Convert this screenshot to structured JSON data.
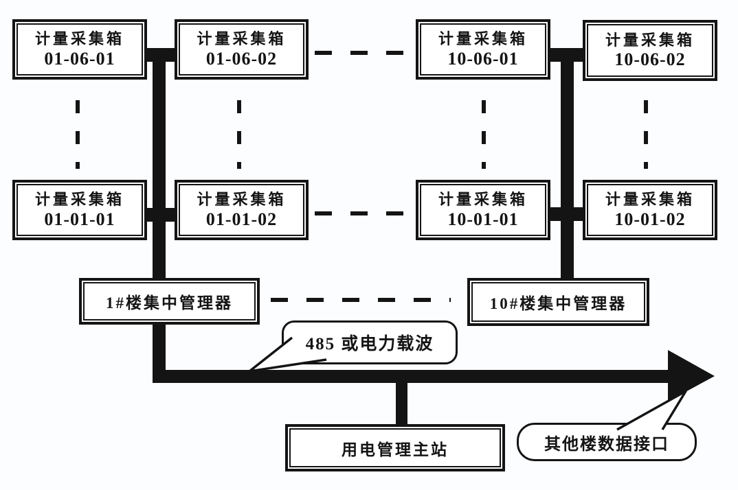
{
  "diagram": {
    "collector_box_label": "计量采集箱",
    "top_row_ids": [
      "01-06-01",
      "01-06-02",
      "10-06-01",
      "10-06-02"
    ],
    "bottom_row_ids": [
      "01-01-01",
      "01-01-02",
      "10-01-01",
      "10-01-02"
    ],
    "managers": [
      "1#楼集中管理器",
      "10#楼集中管理器"
    ],
    "master_station_label": "用电管理主站",
    "callout_bus_label": "485 或电力载波",
    "callout_other_label": "其他楼数据接口",
    "colors": {
      "line": "#141414",
      "box_fill": "#ffffff",
      "background": "#fcfdff"
    }
  }
}
